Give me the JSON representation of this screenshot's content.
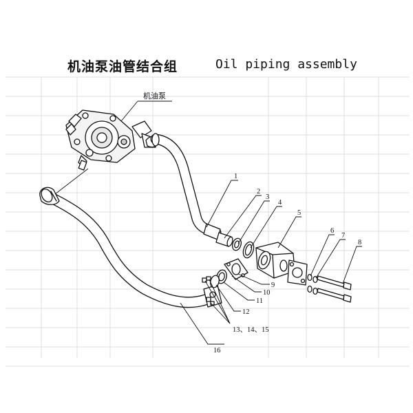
{
  "title": {
    "chinese": "机油泵油管结合组",
    "english": "Oil piping assembly"
  },
  "callouts": {
    "pump": "机油泵",
    "p1": "1",
    "p2": "2",
    "p3": "3",
    "p4": "4",
    "p5": "5",
    "p6": "6",
    "p7": "7",
    "p8": "8",
    "p9": "9",
    "p10": "10",
    "p11": "11",
    "p12": "12",
    "p13_15": "13、14、15",
    "p16": "16"
  },
  "colors": {
    "ink": "#111111",
    "grid": "#d9dbe3",
    "paper": "#ffffff"
  }
}
